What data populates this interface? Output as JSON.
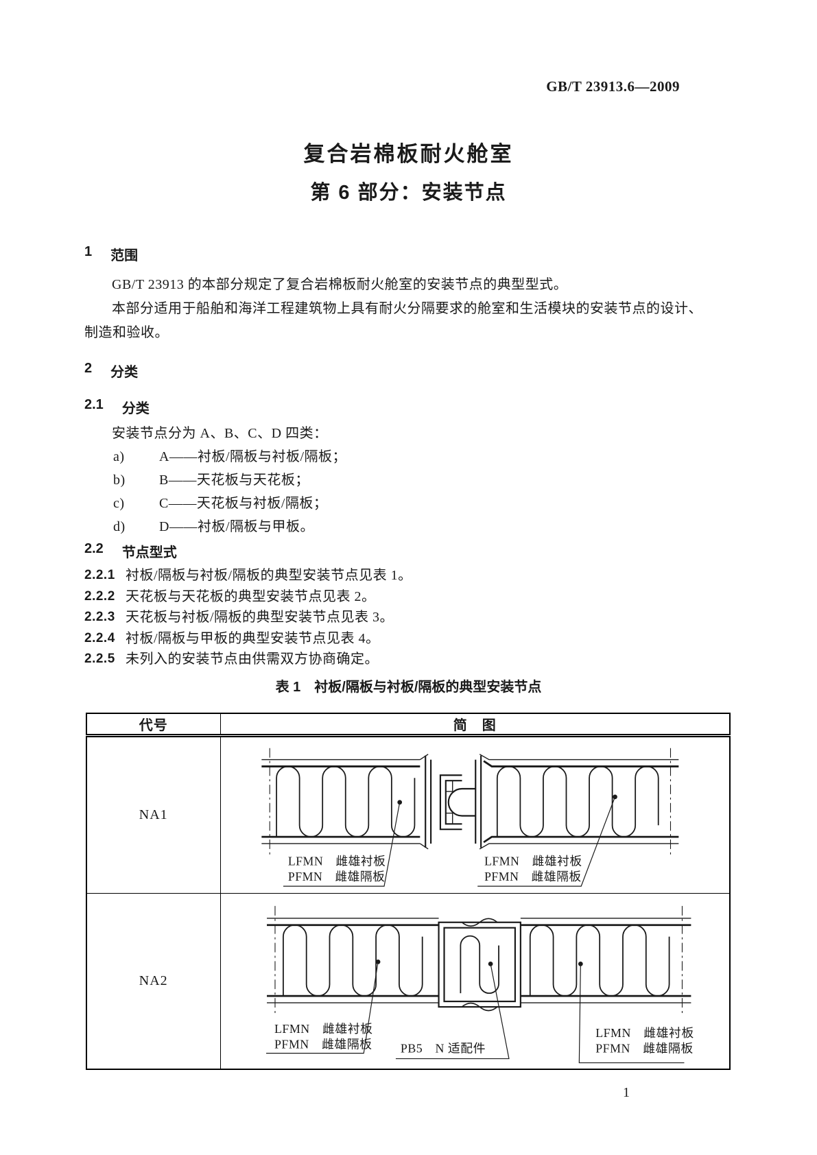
{
  "colors": {
    "ink": "#1a1a1a",
    "paper": "#ffffff"
  },
  "header": {
    "doc_number": "GB/T 23913.6—2009"
  },
  "title": {
    "line1": "复合岩棉板耐火舱室",
    "line2": "第 6 部分：安装节点"
  },
  "sections": {
    "s1": {
      "number": "1",
      "heading": "范围",
      "p1": "GB/T 23913 的本部分规定了复合岩棉板耐火舱室的安装节点的典型型式。",
      "p2": "本部分适用于船舶和海洋工程建筑物上具有耐火分隔要求的舱室和生活模块的安装节点的设计、制造和验收。"
    },
    "s2": {
      "number": "2",
      "heading": "分类"
    },
    "s21": {
      "number": "2.1",
      "heading": "分类",
      "intro": "安装节点分为 A、B、C、D 四类：",
      "items": [
        {
          "label": "a)",
          "text": "A——衬板/隔板与衬板/隔板；"
        },
        {
          "label": "b)",
          "text": "B——天花板与天花板；"
        },
        {
          "label": "c)",
          "text": "C——天花板与衬板/隔板；"
        },
        {
          "label": "d)",
          "text": "D——衬板/隔板与甲板。"
        }
      ]
    },
    "s22": {
      "number": "2.2",
      "heading": "节点型式",
      "clauses": [
        {
          "number": "2.2.1",
          "text": "衬板/隔板与衬板/隔板的典型安装节点见表 1。"
        },
        {
          "number": "2.2.2",
          "text": "天花板与天花板的典型安装节点见表 2。"
        },
        {
          "number": "2.2.3",
          "text": "天花板与衬板/隔板的典型安装节点见表 3。"
        },
        {
          "number": "2.2.4",
          "text": "衬板/隔板与甲板的典型安装节点见表 4。"
        },
        {
          "number": "2.2.5",
          "text": "未列入的安装节点由供需双方协商确定。"
        }
      ]
    }
  },
  "table1": {
    "caption": "表 1　衬板/隔板与衬板/隔板的典型安装节点",
    "col_code": "代号",
    "col_diagram": "简　图",
    "rows": [
      {
        "code": "NA1",
        "labels": {
          "left1": "LFMN　雌雄衬板",
          "left2": "PFMN　雌雄隔板",
          "right1": "LFMN　雌雄衬板",
          "right2": "PFMN　雌雄隔板"
        }
      },
      {
        "code": "NA2",
        "labels": {
          "left1": "LFMN　雌雄衬板",
          "left2": "PFMN　雌雄隔板",
          "mid": "PB5　N 适配件",
          "right1": "LFMN　雌雄衬板",
          "right2": "PFMN　雌雄隔板"
        }
      }
    ]
  },
  "footer": {
    "page_number": "1"
  }
}
